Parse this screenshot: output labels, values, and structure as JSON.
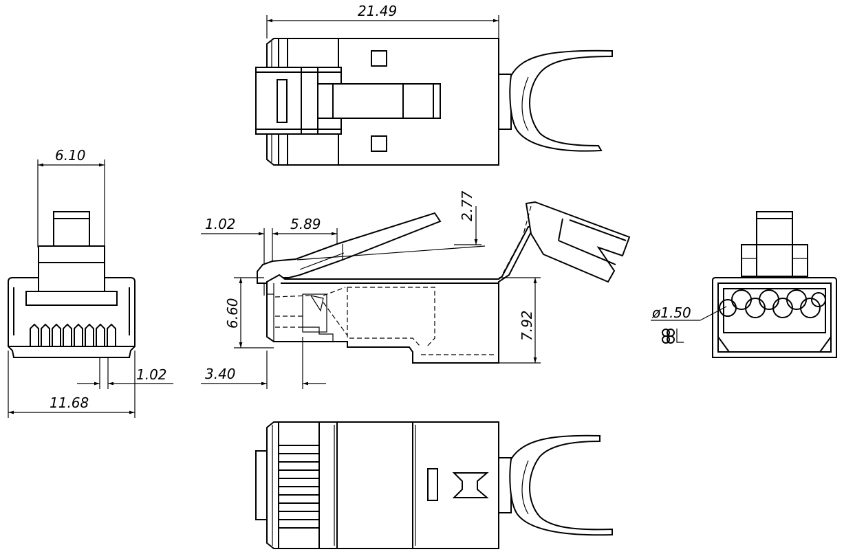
{
  "views": {
    "top": {
      "dim_overall_length": "21.49"
    },
    "front": {
      "dim_latch_width": "6.10",
      "dim_contact_pitch": "1.02",
      "dim_overall_width": "11.68"
    },
    "side": {
      "dim_latch_offset": "1.02",
      "dim_latch_length": "5.89",
      "dim_latch_height": "2.77",
      "dim_nose_height": "6.60",
      "dim_body_height": "7.92",
      "dim_nose_length": "3.40"
    },
    "rear": {
      "dim_wire_hole": "ø1.50"
    }
  }
}
